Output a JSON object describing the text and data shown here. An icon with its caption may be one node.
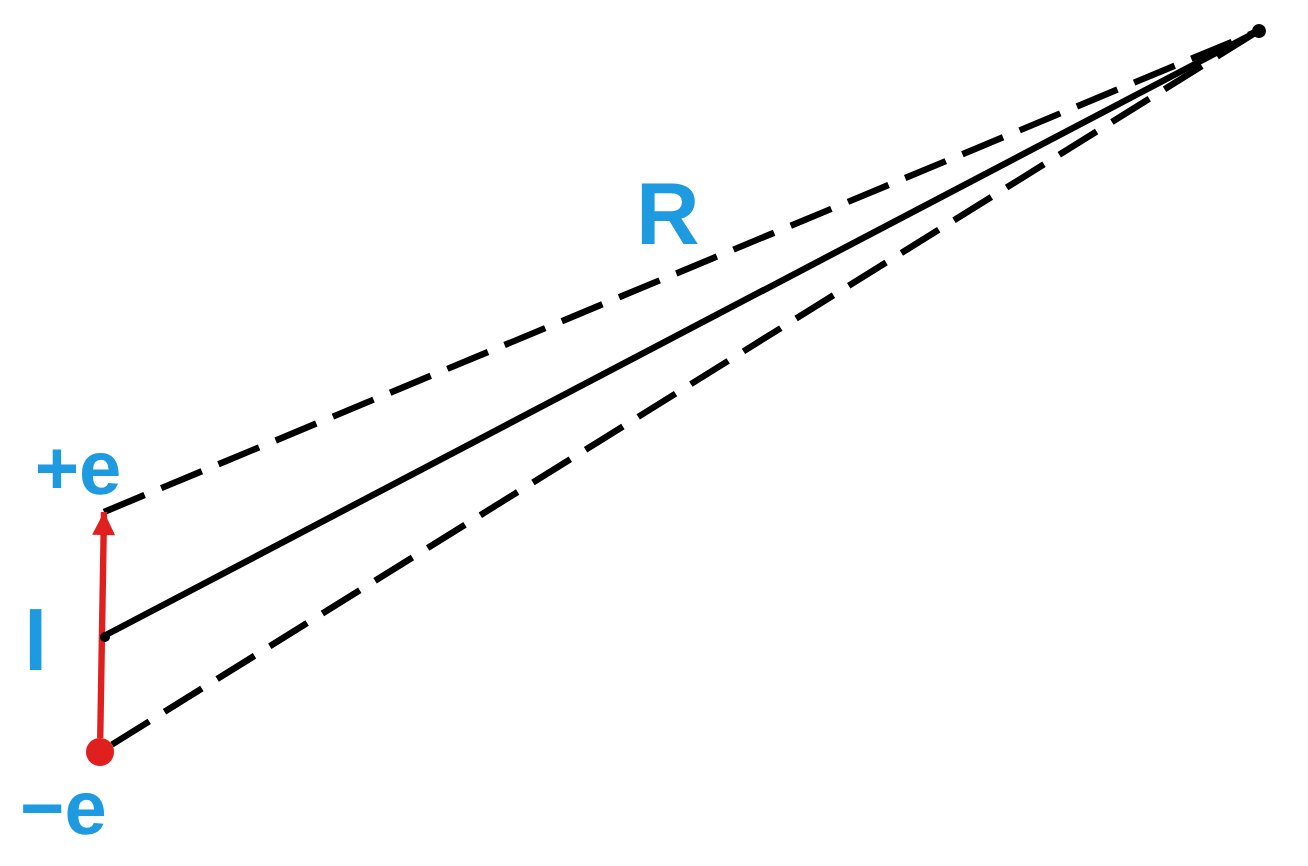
{
  "diagram": {
    "nodes": [
      {
        "text": [],
        "shape": "point"
      },
      {
        "text": [
          "+e"
        ]
      },
      {
        "text": [],
        "shape": "point"
      },
      {
        "text": [],
        "shape": "circle",
        "beside": [
          "−e"
        ]
      }
    ],
    "edges": [
      {
        "from": 1,
        "to": 0,
        "arrow": "none",
        "style": "dashed"
      },
      {
        "from": 2,
        "to": 0,
        "arrow": "none"
      },
      {
        "from": 3,
        "to": 0,
        "arrow": "none",
        "style": "dashed"
      },
      {
        "from": 3,
        "to": 1,
        "arrow": "to",
        "label": "l",
        "color": "#e0201e"
      }
    ],
    "labels": [
      "R"
    ]
  }
}
